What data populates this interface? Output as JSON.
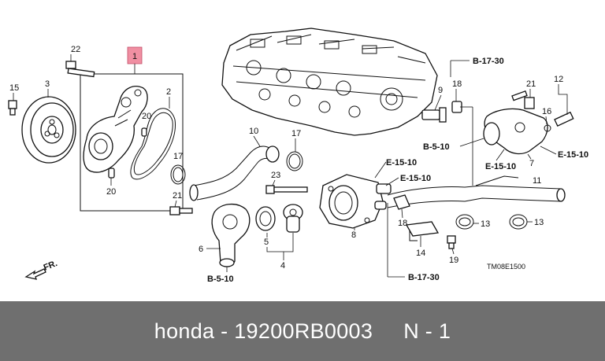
{
  "diagram": {
    "callouts": {
      "c1": "1",
      "c2": "2",
      "c3": "3",
      "c4": "4",
      "c5": "5",
      "c6": "6",
      "c7": "7",
      "c8": "8",
      "c9": "9",
      "c10": "10",
      "c11": "11",
      "c12": "12",
      "c13a": "13",
      "c13b": "13",
      "c14": "14",
      "c15": "15",
      "c16": "16",
      "c17a": "17",
      "c17b": "17",
      "c18a": "18",
      "c18b": "18",
      "c19": "19",
      "c20a": "20",
      "c20b": "20",
      "c21a": "21",
      "c21b": "21",
      "c22": "22",
      "c23": "23"
    },
    "refs": {
      "b1730_top": "B-17-30",
      "b510_right": "B-5-10",
      "e1510_a": "E-15-10",
      "e1510_b": "E-15-10",
      "e1510_c": "E-15-10",
      "e1510_d": "E-15-10",
      "b1730_bottom": "B-17-30",
      "b510_bottom": "B-5-10"
    },
    "front_arrow": "FR.",
    "diagram_code": "TM08E1500",
    "highlight_color": "#f08fa2"
  },
  "footer": {
    "text": "honda - 19200RB0003     N - 1",
    "background": "#6f6f6f"
  }
}
